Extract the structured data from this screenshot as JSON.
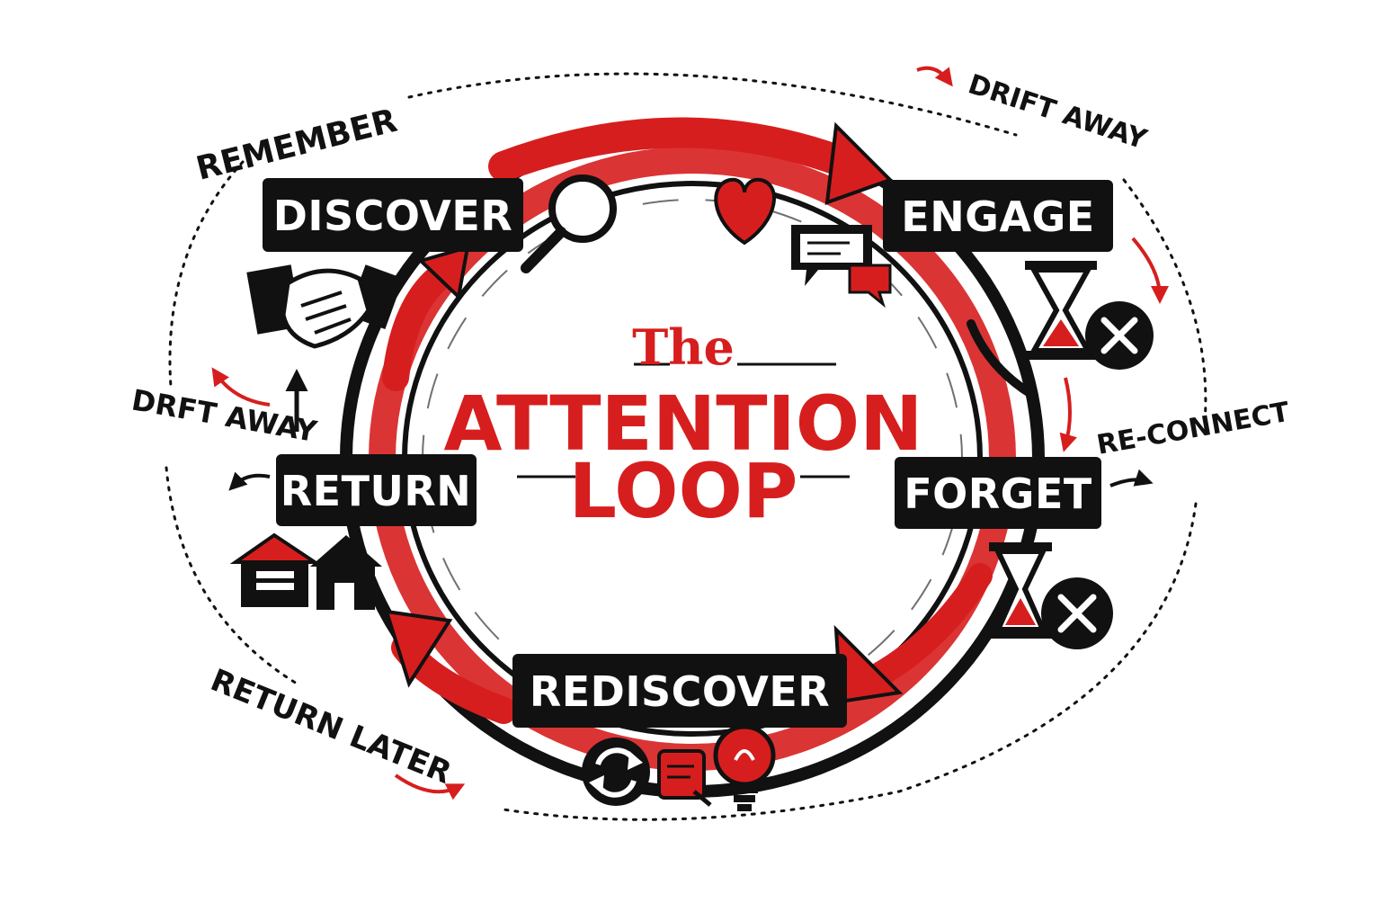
{
  "title": {
    "line1": "The",
    "line2": "ATTENTION",
    "line3": "LOOP"
  },
  "stages": {
    "discover": "DISCOVER",
    "engage": "ENGAGE",
    "forget": "FORGET",
    "rediscover": "REDISCOVER",
    "return": "RETURN"
  },
  "labels": {
    "remember": "REMEMBER",
    "drift_away_top": "DRIFT AWAY",
    "drift_away_left": "DRFT AWAY",
    "re_connect": "RE-CONNECT",
    "return_later": "RETURN LATER"
  },
  "colors": {
    "accent": "#d71e1e",
    "ink": "#111111",
    "paper": "#ffffff"
  },
  "icons": [
    "magnifier-icon",
    "heart-icon",
    "chat-bubbles-icon",
    "hourglass-icon",
    "close-circle-icon",
    "handshake-icon",
    "house-icon",
    "refresh-icon",
    "lightbulb-icon"
  ]
}
